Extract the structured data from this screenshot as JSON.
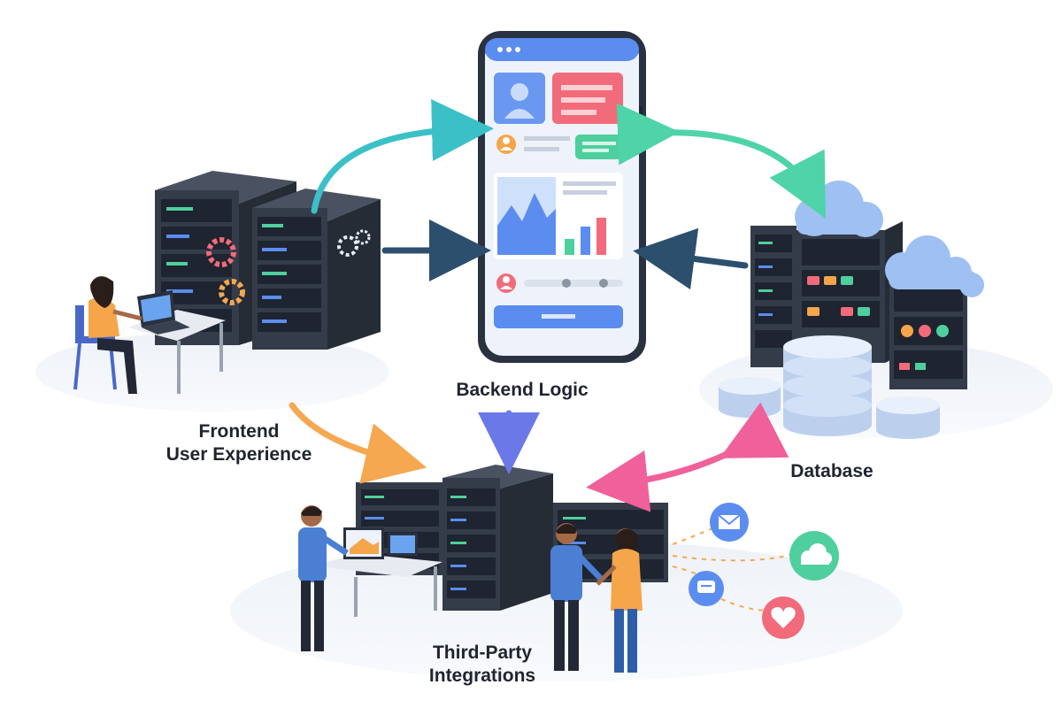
{
  "labels": {
    "frontend": "Frontend\nUser Experience",
    "backend": "Backend Logic",
    "database": "Database",
    "third_party": "Third-Party\nIntegrations"
  },
  "colors": {
    "arrow_teal": "#3cc0c8",
    "arrow_green": "#4fd3a8",
    "arrow_navy": "#2d4f6e",
    "arrow_orange": "#f5a850",
    "arrow_purple": "#6b78e8",
    "arrow_pink": "#f0609a",
    "server_body": "#3a4150",
    "screen_blue": "#5b8df0",
    "screen_red": "#f26b7a",
    "screen_green": "#4fcf9e",
    "person_orange": "#f5a54a",
    "person_blue": "#4a7fd4",
    "database_cylinder": "#cfdff5",
    "cloud_blue": "#9fc0f2"
  },
  "icons": [
    "user-avatar-icon",
    "gear-icon",
    "cloud-icon",
    "heart-icon",
    "mail-icon",
    "chart-icon"
  ]
}
